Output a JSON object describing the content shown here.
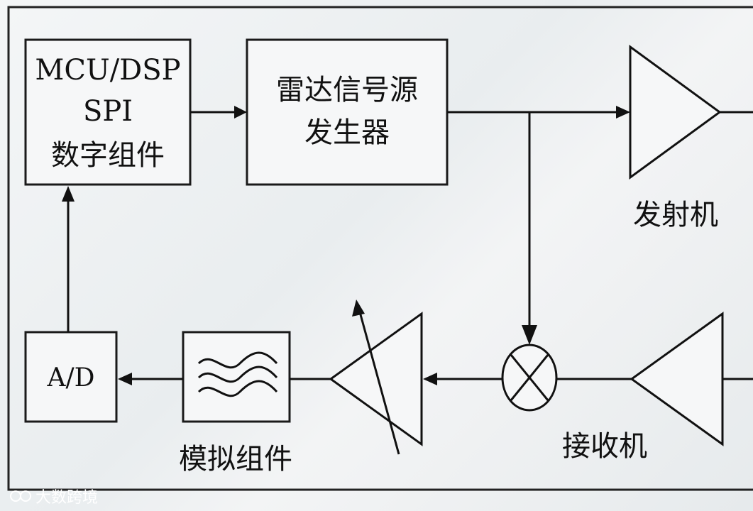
{
  "blocks": {
    "mcu": {
      "line1": "MCU/DSP",
      "line2": "SPI",
      "line3": "数字组件"
    },
    "radar": {
      "line1": "雷达信号源",
      "line2": "发生器"
    },
    "ad": {
      "label": "A/D"
    }
  },
  "captions": {
    "transmitter": "发射机",
    "receiver": "接收机",
    "analog": "模拟组件"
  },
  "watermark": {
    "text": "大数跨境"
  },
  "colors": {
    "line": "#111111",
    "box_fill": "#f6f7f8",
    "background": "#eef1f2"
  }
}
